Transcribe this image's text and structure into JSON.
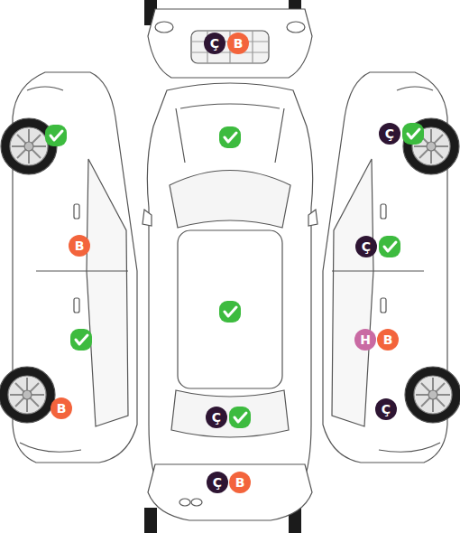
{
  "diagram": {
    "nodes": [
      {
        "text": [
          "Ç"
        ]
      },
      {
        "text": [
          "B"
        ]
      },
      {
        "text": [
          "Ç"
        ]
      },
      {
        "text": [
          "B"
        ]
      },
      {
        "text": [
          "Ç"
        ]
      },
      {
        "text": [
          "H"
        ]
      },
      {
        "text": [
          "B"
        ]
      },
      {
        "text": [
          "B"
        ]
      },
      {
        "text": [
          "Ç"
        ]
      },
      {
        "text": [
          "Ç"
        ]
      },
      {
        "text": [
          "Ç"
        ]
      },
      {
        "text": [
          "B"
        ]
      }
    ]
  }
}
